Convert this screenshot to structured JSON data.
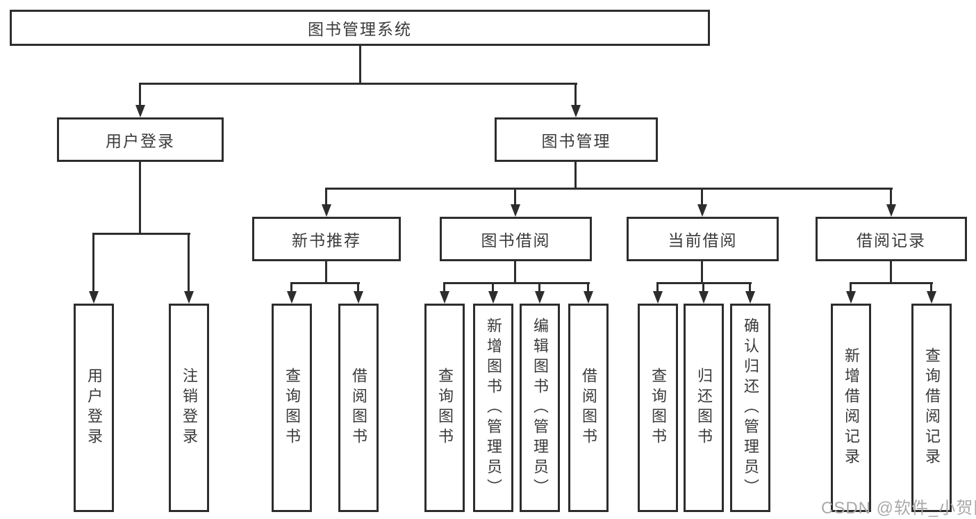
{
  "diagram_title": "图书管理系统",
  "tree": {
    "label": "图书管理系统",
    "children": [
      {
        "label": "用户登录",
        "children": [
          {
            "label": "用户登录"
          },
          {
            "label": "注销登录"
          }
        ]
      },
      {
        "label": "图书管理",
        "children": [
          {
            "label": "新书推荐",
            "children": [
              {
                "label": "查询图书"
              },
              {
                "label": "借阅图书"
              }
            ]
          },
          {
            "label": "图书借阅",
            "children": [
              {
                "label": "查询图书"
              },
              {
                "label": "新增图书（管理员）"
              },
              {
                "label": "编辑图书（管理员）"
              },
              {
                "label": "借阅图书"
              }
            ]
          },
          {
            "label": "当前借阅",
            "children": [
              {
                "label": "查询图书"
              },
              {
                "label": "归还图书"
              },
              {
                "label": "确认归还（管理员）"
              }
            ]
          },
          {
            "label": "借阅记录",
            "children": [
              {
                "label": "新增借阅记录"
              },
              {
                "label": "查询借阅记录"
              }
            ]
          }
        ]
      }
    ]
  },
  "watermark": {
    "text": "CSDN @软件_小贺同学"
  },
  "colors": {
    "line": "#2d2d2d",
    "box_border": "#2d2d2d",
    "box_fill": "#ffffff",
    "text": "#3a3a3a",
    "watermark": "#a9a9a9",
    "background": "#ffffff"
  }
}
